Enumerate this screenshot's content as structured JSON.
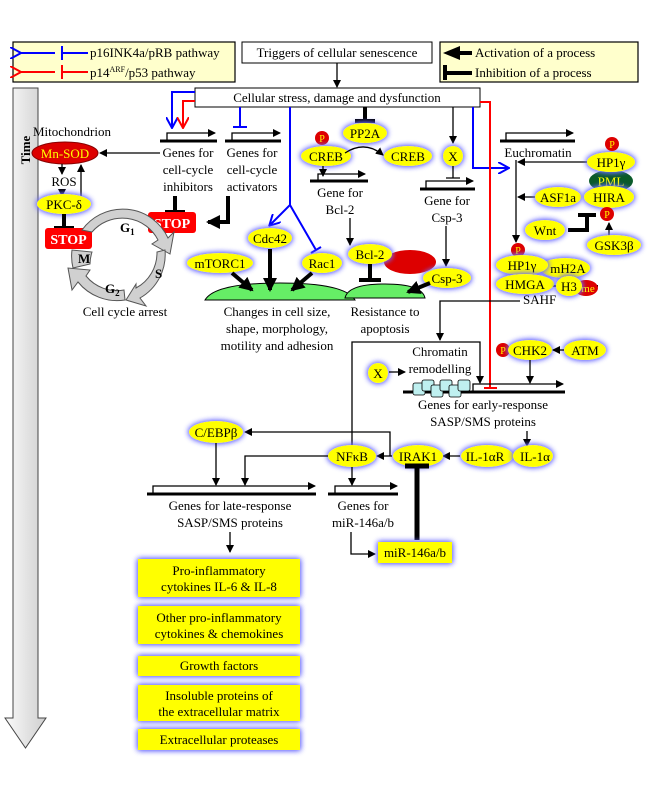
{
  "legend_pathways": {
    "p16": "p16INK4a/pRB pathway",
    "p14_main": "p14",
    "p14_sup": "ARF",
    "p14_rest": "/p53 pathway"
  },
  "legend_processes": {
    "activation": "Activation of a process",
    "inhibition": "Inhibition of a process"
  },
  "triggers": "Triggers of cellular senescence",
  "stress": "Cellular stress, damage and dysfunction",
  "time": "Time",
  "mito": {
    "title": "Mitochondrion",
    "mnsod": "Mn-SOD",
    "ros": "ROS",
    "pkc": "PKC-δ"
  },
  "stop": "STOP",
  "inhibitor_genes": [
    "Genes for",
    "cell-cycle",
    "inhibitors"
  ],
  "activator_genes": [
    "Genes for",
    "cell-cycle",
    "activators"
  ],
  "cell_cycle": {
    "g1": "G",
    "g1_sub": "1",
    "s": "S",
    "g2": "G",
    "g2_sub": "2",
    "m": "M",
    "caption": "Cell cycle arrest"
  },
  "morph": {
    "cdc42": "Cdc42",
    "mtorc1": "mTORC1",
    "rac1": "Rac1",
    "caption": [
      "Changes in cell size,",
      "shape, morphology,",
      "motility and adhesion"
    ]
  },
  "creb": {
    "p": "P",
    "pp2a": "PP2A",
    "creb_p": "CREB",
    "creb": "CREB",
    "gene": [
      "Gene for",
      "Bcl-2"
    ],
    "bcl2": "Bcl-2"
  },
  "csp": {
    "x": "X",
    "gene": [
      "Gene for",
      "Csp-3"
    ],
    "csp3": "Csp-3"
  },
  "apoptosis_caption": [
    "Resistance to",
    "apoptosis"
  ],
  "euchromatin": {
    "label": "Euchromatin",
    "p": "P",
    "hp1": "HP1γ",
    "pml": "PML",
    "asf1a": "ASF1a",
    "hira": "HIRA",
    "wnt": "Wnt",
    "gsk": "GSK3β"
  },
  "sahf": {
    "p": "P",
    "hp1": "HP1γ",
    "mh2a": "mH2A",
    "hmga": "HMGA",
    "h3": "H3",
    "me": "me",
    "label": "SAHF"
  },
  "chromatin": {
    "lines": [
      "Chromatin",
      "remodelling"
    ],
    "x": "X"
  },
  "early": {
    "lines": [
      "Genes for early-response",
      "SASP/SMS proteins"
    ],
    "p": "P",
    "chk2": "CHK2",
    "atm": "ATM",
    "il1a": "IL-1α",
    "il1ar": "IL-1αR",
    "irak1": "IRAK1",
    "nfkb": "NFκB",
    "cebpb": "C/EBPβ"
  },
  "late": {
    "lines": [
      "Genes for late-response",
      "SASP/SMS proteins"
    ]
  },
  "mir": {
    "lines": [
      "Genes for",
      "miR-146a/b"
    ],
    "box": "miR-146a/b"
  },
  "outputs": [
    [
      "Pro-inflammatory",
      "cytokines IL-6 & IL-8"
    ],
    [
      "Other pro-inflammatory",
      "cytokines & chemokines"
    ],
    [
      "Growth factors"
    ],
    [
      "Insoluble proteins of",
      "the extracellular matrix"
    ],
    [
      "Extracellular proteases"
    ]
  ],
  "colors": {
    "p16_pathway": "#0000ff",
    "p14_pathway": "#ff0000",
    "molecule": "#ffff00",
    "legend_bg": "#ffffcc",
    "stop": "#ff0000",
    "cell_change": "#66ee66"
  }
}
